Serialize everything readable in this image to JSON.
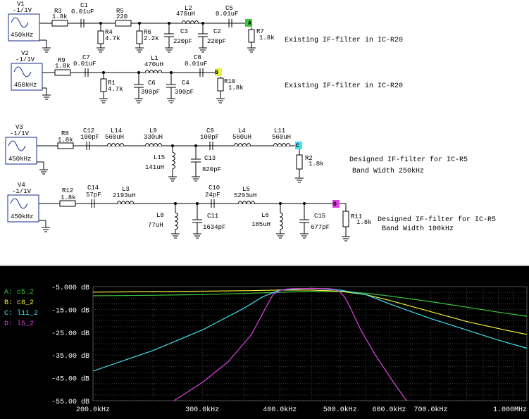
{
  "circuits": [
    {
      "source": {
        "name": "V1",
        "amp": "-1/1V",
        "freq": "450kHz"
      },
      "components": [
        {
          "name": "R3",
          "value": "1.8k"
        },
        {
          "name": "C1",
          "value": "0.01uF"
        },
        {
          "name": "R5",
          "value": "220"
        },
        {
          "name": "L2",
          "value": "470uH"
        },
        {
          "name": "C5",
          "value": "0.01uF"
        },
        {
          "name": "R4",
          "value": "4.7k"
        },
        {
          "name": "R6",
          "value": "2.2k"
        },
        {
          "name": "C3",
          "value": "220pF"
        },
        {
          "name": "C2",
          "value": "220pF"
        },
        {
          "name": "R7",
          "value": "1.8k"
        }
      ],
      "probe": "A",
      "description": [
        "Existing IF-filter in IC-R20"
      ]
    },
    {
      "source": {
        "name": "V2",
        "amp": "-1/1V",
        "freq": "450kHz"
      },
      "components": [
        {
          "name": "R9",
          "value": "1.8k"
        },
        {
          "name": "C7",
          "value": "0.01uF"
        },
        {
          "name": "L1",
          "value": "470uH"
        },
        {
          "name": "C8",
          "value": "0.01uF"
        },
        {
          "name": "R1",
          "value": "4.7k"
        },
        {
          "name": "C6",
          "value": "390pF"
        },
        {
          "name": "C4",
          "value": "390pF"
        },
        {
          "name": "R10",
          "value": "1.8k"
        }
      ],
      "probe": "B",
      "description": [
        "Existing IF-filter in IC-R20"
      ]
    },
    {
      "source": {
        "name": "V3",
        "amp": "-1/1V",
        "freq": "450kHz"
      },
      "components": [
        {
          "name": "R8",
          "value": "1.8k"
        },
        {
          "name": "C12",
          "value": "100pF"
        },
        {
          "name": "L14",
          "value": "560uH"
        },
        {
          "name": "L9",
          "value": "330uH"
        },
        {
          "name": "C9",
          "value": "100pF"
        },
        {
          "name": "L4",
          "value": "560uH"
        },
        {
          "name": "L11",
          "value": "560uH"
        },
        {
          "name": "L15",
          "value": "141uH"
        },
        {
          "name": "C13",
          "value": "820pF"
        },
        {
          "name": "R2",
          "value": "1.8k"
        }
      ],
      "probe": "C",
      "description": [
        "Designed IF-filter for IC-R5",
        "Band Width 250kHz"
      ]
    },
    {
      "source": {
        "name": "V4",
        "amp": "-1/1V",
        "freq": "450kHz"
      },
      "components": [
        {
          "name": "R12",
          "value": "1.8k"
        },
        {
          "name": "C14",
          "value": "57pF"
        },
        {
          "name": "L3",
          "value": "2193uH"
        },
        {
          "name": "C10",
          "value": "24pF"
        },
        {
          "name": "L5",
          "value": "5293uH"
        },
        {
          "name": "L8",
          "value": "77uH"
        },
        {
          "name": "C11",
          "value": "1634pF"
        },
        {
          "name": "L6",
          "value": "185uH"
        },
        {
          "name": "C15",
          "value": "677pF"
        },
        {
          "name": "R11",
          "value": "1.8k"
        }
      ],
      "probe": "D",
      "description": [
        "Designed IF-filter for IC-R5",
        "Band Width 100kHz"
      ]
    }
  ],
  "probe_colors": {
    "A": "#3cc83c",
    "B": "#f0f040",
    "C": "#40e0f0",
    "D": "#e040e0"
  },
  "chart_data": {
    "type": "line",
    "xscale": "log",
    "xlim": [
      200,
      1000
    ],
    "ylim": [
      -55,
      -5
    ],
    "yunit": "dB",
    "x_ticks": [
      {
        "v": 200,
        "label": "200.0kHz"
      },
      {
        "v": 300,
        "label": "300.0kHz"
      },
      {
        "v": 400,
        "label": "400.0kHz"
      },
      {
        "v": 500,
        "label": "500.0kHz"
      },
      {
        "v": 600,
        "label": "600.0kHz"
      },
      {
        "v": 700,
        "label": "700.0kHz"
      },
      {
        "v": 1000,
        "label": "1.000MHz"
      }
    ],
    "y_ticks": [
      {
        "v": -5,
        "label": "-5.000 dB"
      },
      {
        "v": -15,
        "label": "-15.00 dB"
      },
      {
        "v": -25,
        "label": "-25.00 dB"
      },
      {
        "v": -35,
        "label": "-35.00 dB"
      },
      {
        "v": -45,
        "label": "-45.00 dB"
      },
      {
        "v": -55,
        "label": "-55.00 dB"
      }
    ],
    "grid": true,
    "legend_position": "left",
    "series": [
      {
        "name": "A: c5_2",
        "color": "#3cc83c",
        "x": [
          200,
          250,
          300,
          350,
          400,
          450,
          500,
          550,
          600,
          700,
          800,
          900,
          1000
        ],
        "y": [
          -9.0,
          -8.8,
          -8.5,
          -8.0,
          -7.5,
          -7.0,
          -7.2,
          -7.9,
          -9.1,
          -11.6,
          -14.0,
          -16.2,
          -18.0
        ]
      },
      {
        "name": "B: c8_2",
        "color": "#f0f040",
        "x": [
          200,
          250,
          300,
          350,
          400,
          450,
          500,
          550,
          600,
          700,
          800,
          900,
          1000
        ],
        "y": [
          -7.4,
          -7.2,
          -7.0,
          -6.8,
          -6.5,
          -6.5,
          -7.0,
          -8.5,
          -11.0,
          -16.0,
          -20.3,
          -23.4,
          -26.0
        ]
      },
      {
        "name": "C: l11_2",
        "color": "#40e0f0",
        "x": [
          200,
          250,
          300,
          350,
          375,
          400,
          450,
          500,
          550,
          600,
          700,
          800,
          900,
          1000
        ],
        "y": [
          -42.0,
          -33.0,
          -24.0,
          -14.5,
          -9.5,
          -6.5,
          -5.7,
          -6.5,
          -8.5,
          -12.5,
          -19.0,
          -24.0,
          -28.5,
          -32.0
        ]
      },
      {
        "name": "D: l5_2",
        "color": "#e040e0",
        "x": [
          270,
          300,
          330,
          360,
          380,
          390,
          400,
          410,
          420,
          450,
          480,
          490,
          500,
          510,
          520,
          540,
          570,
          610,
          640
        ],
        "y": [
          -55.0,
          -47.0,
          -38.0,
          -26.0,
          -14.0,
          -8.5,
          -6.7,
          -6.1,
          -5.9,
          -5.8,
          -5.9,
          -6.2,
          -7.3,
          -10.0,
          -14.5,
          -24.0,
          -35.0,
          -47.0,
          -55.0
        ]
      }
    ]
  }
}
